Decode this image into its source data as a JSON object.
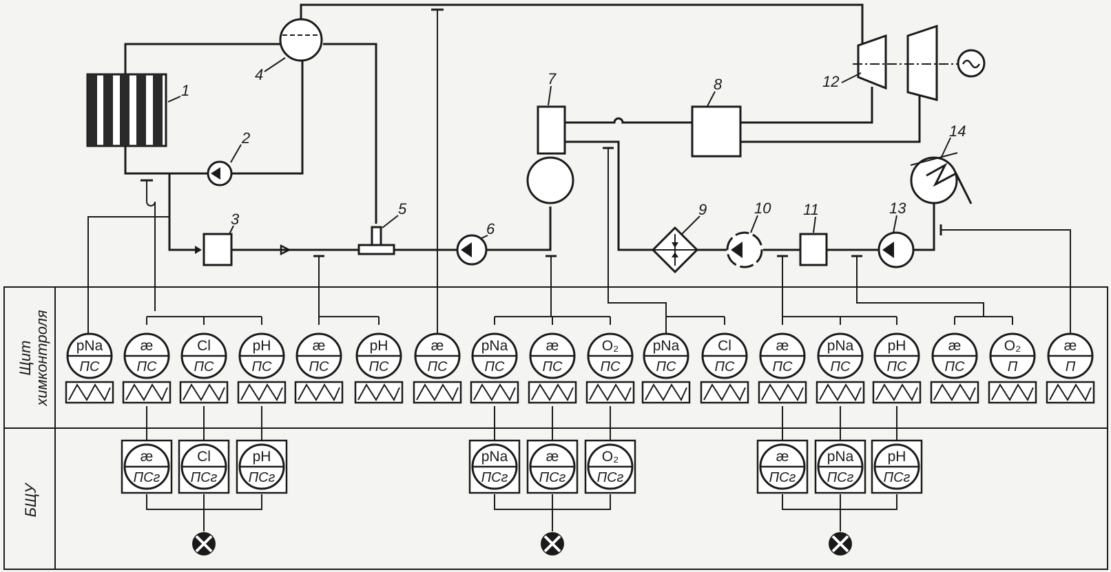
{
  "side_labels": {
    "panel_line1": "Щит",
    "panel_line2": "химконтроля",
    "control_room": "БЩУ"
  },
  "numbers": [
    "1",
    "2",
    "3",
    "4",
    "5",
    "6",
    "7",
    "8",
    "9",
    "10",
    "11",
    "12",
    "13",
    "14"
  ],
  "panel_instruments": [
    {
      "top": "pNa",
      "bottom": "ПС"
    },
    {
      "top": "æ",
      "bottom": "ПС"
    },
    {
      "top": "Cl",
      "bottom": "ПС"
    },
    {
      "top": "pH",
      "bottom": "ПС"
    },
    {
      "top": "æ",
      "bottom": "ПС"
    },
    {
      "top": "pH",
      "bottom": "ПС"
    },
    {
      "top": "æ",
      "bottom": "ПС"
    },
    {
      "top": "pNa",
      "bottom": "ПС"
    },
    {
      "top": "æ",
      "bottom": "ПС"
    },
    {
      "top": "O₂",
      "bottom": "ПС"
    },
    {
      "top": "pNa",
      "bottom": "ПС"
    },
    {
      "top": "Cl",
      "bottom": "ПС"
    },
    {
      "top": "æ",
      "bottom": "ПС"
    },
    {
      "top": "pNa",
      "bottom": "ПС"
    },
    {
      "top": "pH",
      "bottom": "ПС"
    },
    {
      "top": "æ",
      "bottom": "ПС"
    },
    {
      "top": "O₂",
      "bottom": "П"
    },
    {
      "top": "æ",
      "bottom": "П"
    }
  ],
  "control_instruments": [
    {
      "top": "æ",
      "bottom": "ПСг"
    },
    {
      "top": "Cl",
      "bottom": "ПСг"
    },
    {
      "top": "pH",
      "bottom": "ПСг"
    },
    {
      "top": "pNa",
      "bottom": "ПСг"
    },
    {
      "top": "æ",
      "bottom": "ПСг"
    },
    {
      "top": "O₂",
      "bottom": "ПСг"
    },
    {
      "top": "æ",
      "bottom": "ПСг"
    },
    {
      "top": "pNa",
      "bottom": "ПСг"
    },
    {
      "top": "pH",
      "bottom": "ПСг"
    }
  ]
}
